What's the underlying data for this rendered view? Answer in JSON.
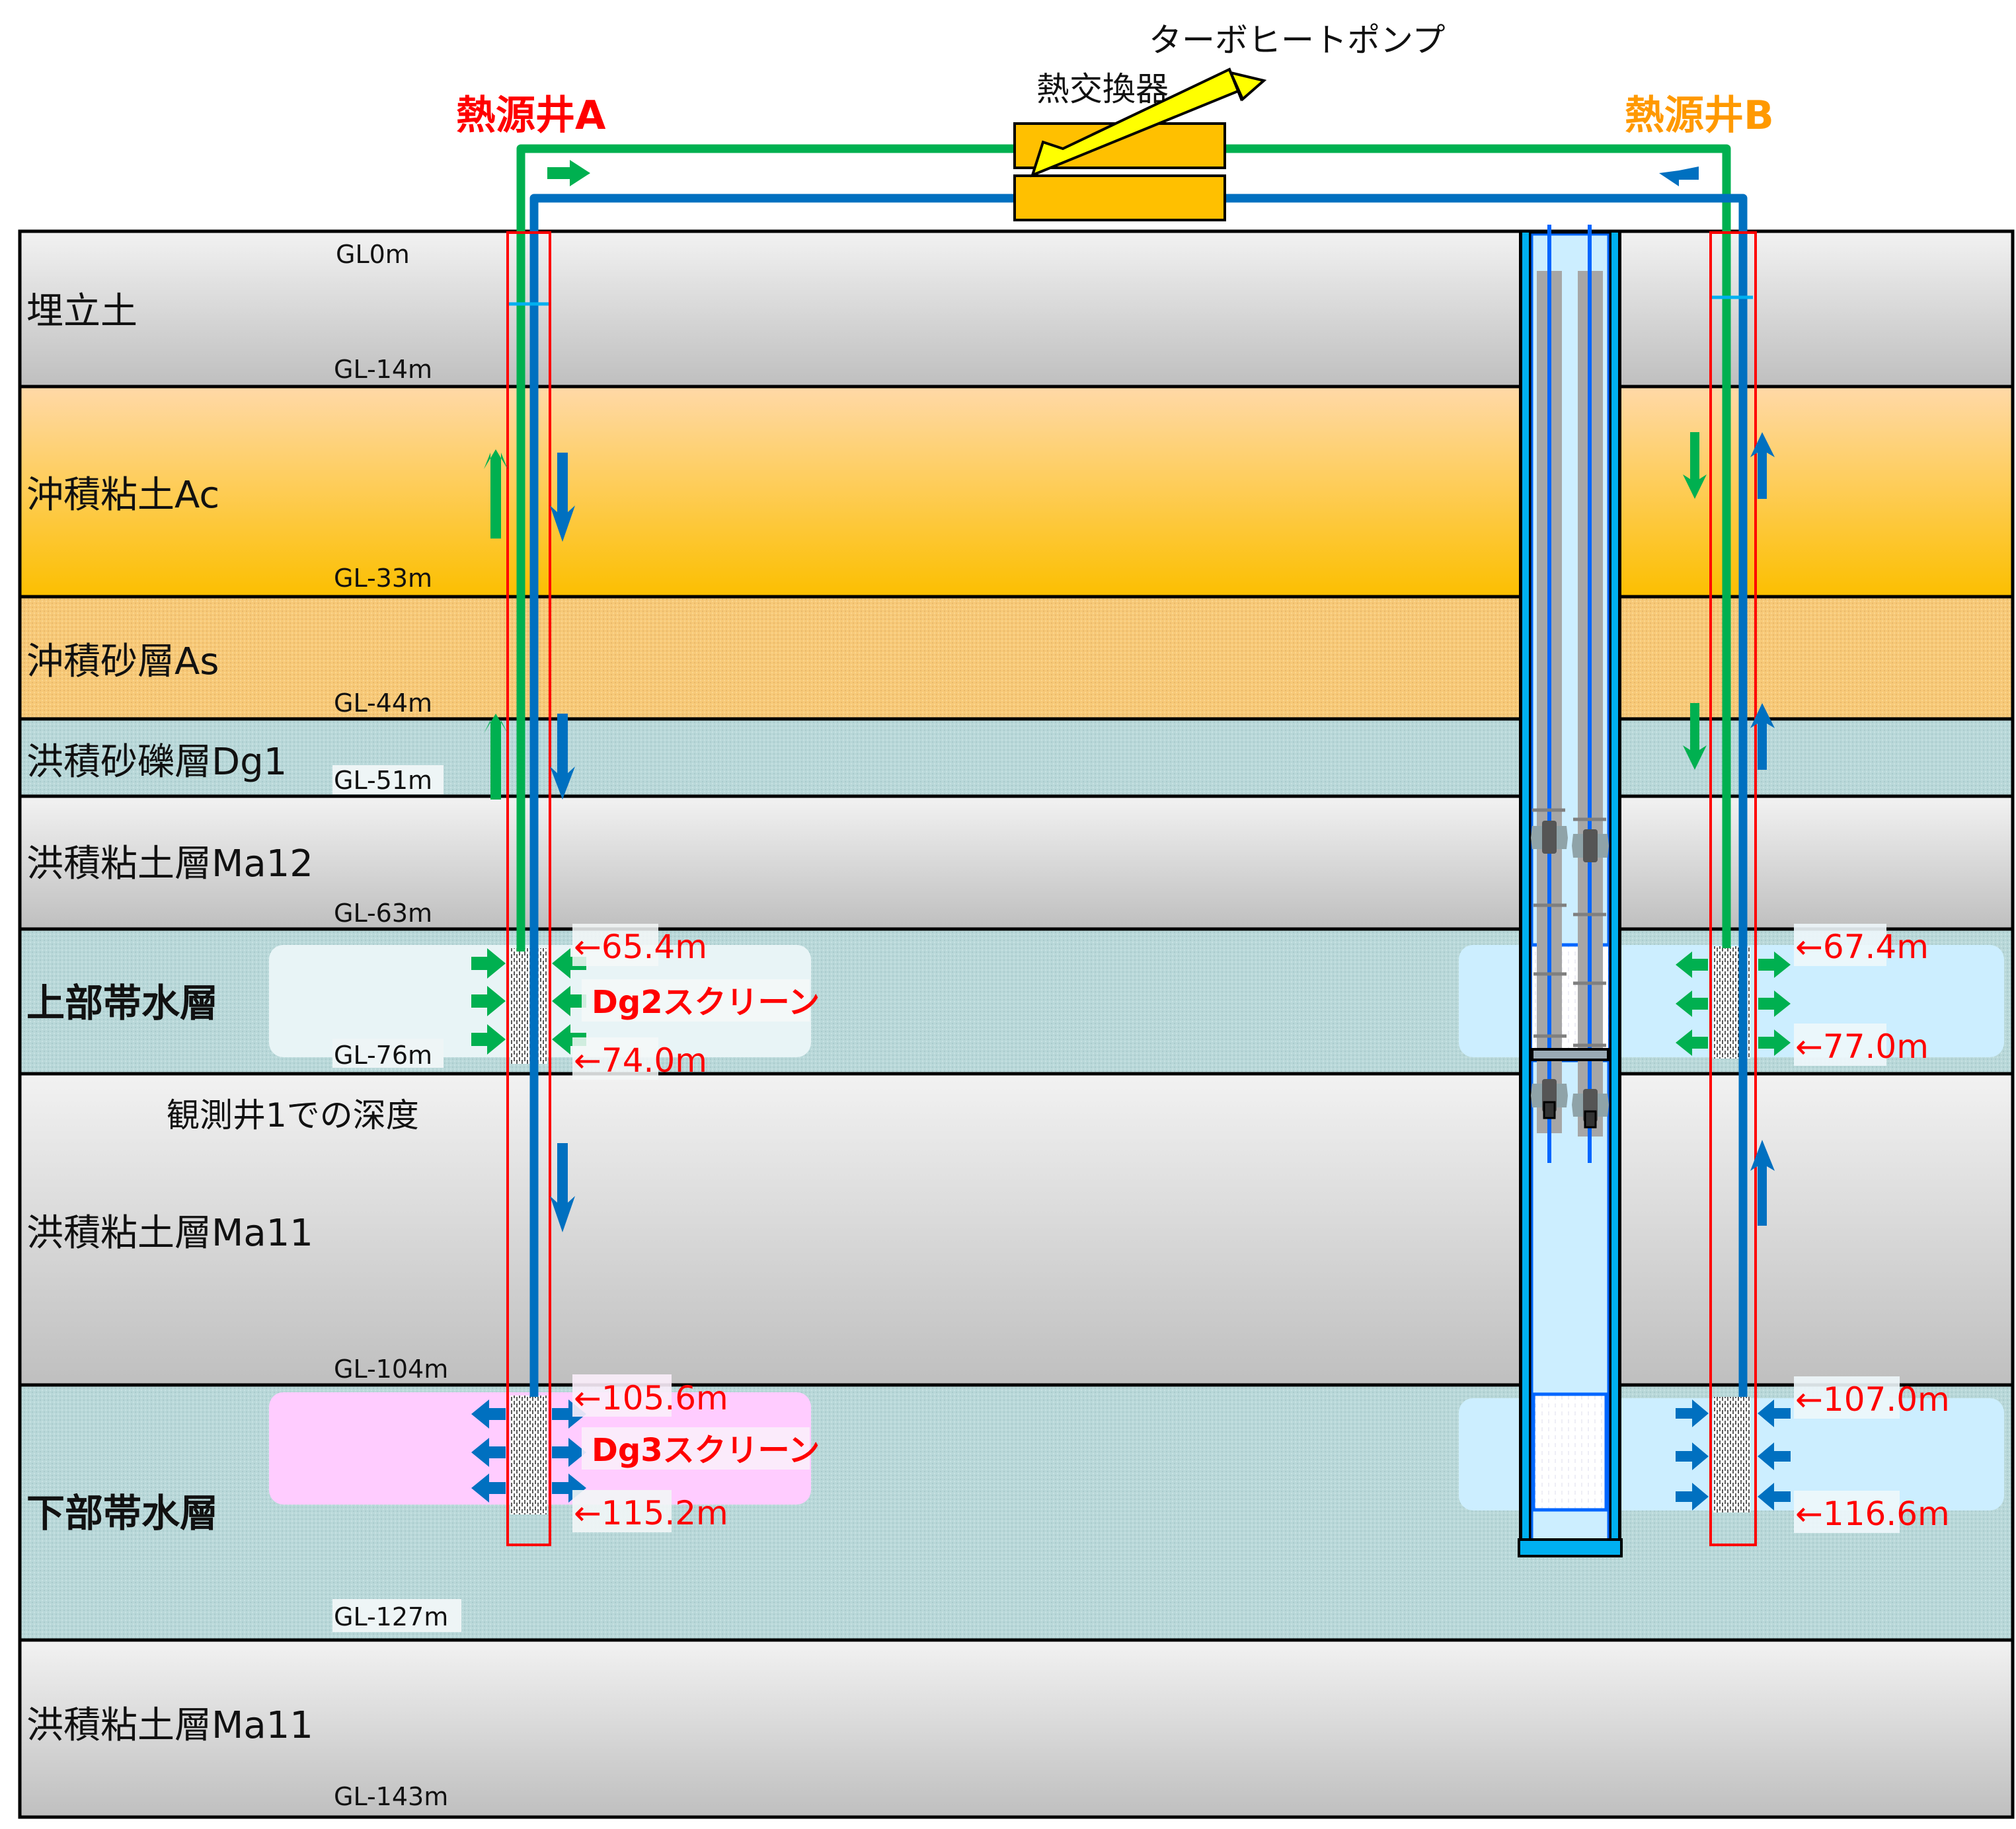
{
  "title_labels": {
    "well_a": "熱源井A",
    "well_b": "熱源井B",
    "heat_exchanger": "熱交換器",
    "heat_pump": "ターボヒートポンプ",
    "observation_note": "観測井1での深度"
  },
  "layers": [
    {
      "name": "埋立土",
      "top_label": "GL0m",
      "bottom_label": "GL-14m",
      "bold": false,
      "fill": "gray"
    },
    {
      "name": "沖積粘土Ac",
      "bottom_label": "GL-33m",
      "bold": false,
      "fill": "orange-gradient"
    },
    {
      "name": "沖積砂層As",
      "bottom_label": "GL-44m",
      "bold": false,
      "fill": "sand"
    },
    {
      "name": "洪積砂礫層Dg1",
      "bottom_label": "GL-51m",
      "bold": false,
      "fill": "aqua"
    },
    {
      "name": "洪積粘土層Ma12",
      "bottom_label": "GL-63m",
      "bold": false,
      "fill": "gray"
    },
    {
      "name": "上部帯水層",
      "bottom_label": "GL-76m",
      "bold": true,
      "fill": "aqua"
    },
    {
      "name": "洪積粘土層Ma11",
      "bottom_label": "GL-104m",
      "bold": false,
      "fill": "gray"
    },
    {
      "name": "下部帯水層",
      "bottom_label": "GL-127m",
      "bold": true,
      "fill": "aqua"
    },
    {
      "name": "洪積粘土層Ma11",
      "bottom_label": "GL-143m",
      "bold": false,
      "fill": "gray"
    }
  ],
  "well_a": {
    "upper_screen": {
      "label": "Dg2スクリーン",
      "top": "←65.4m",
      "bottom": "←74.0m"
    },
    "lower_screen": {
      "label": "Dg3スクリーン",
      "top": "←105.6m",
      "bottom": "←115.2m"
    }
  },
  "well_b": {
    "upper_screen": {
      "top": "←67.4m",
      "bottom": "←77.0m"
    },
    "lower_screen": {
      "top": "←107.0m",
      "bottom": "←116.6m"
    }
  },
  "colors": {
    "green_pipe": "#00b050",
    "blue_pipe": "#0070c0",
    "well_outline": "#ff0000",
    "exchanger": "#ffc000",
    "pump_arrow": "#ffff00",
    "well_b_title": "#ff9900",
    "upper_aquifer_highlight": "#e8f4f6",
    "lower_aquifer_highlight_a": "#ffccff",
    "aquifer_highlight_b": "#cceeff"
  }
}
